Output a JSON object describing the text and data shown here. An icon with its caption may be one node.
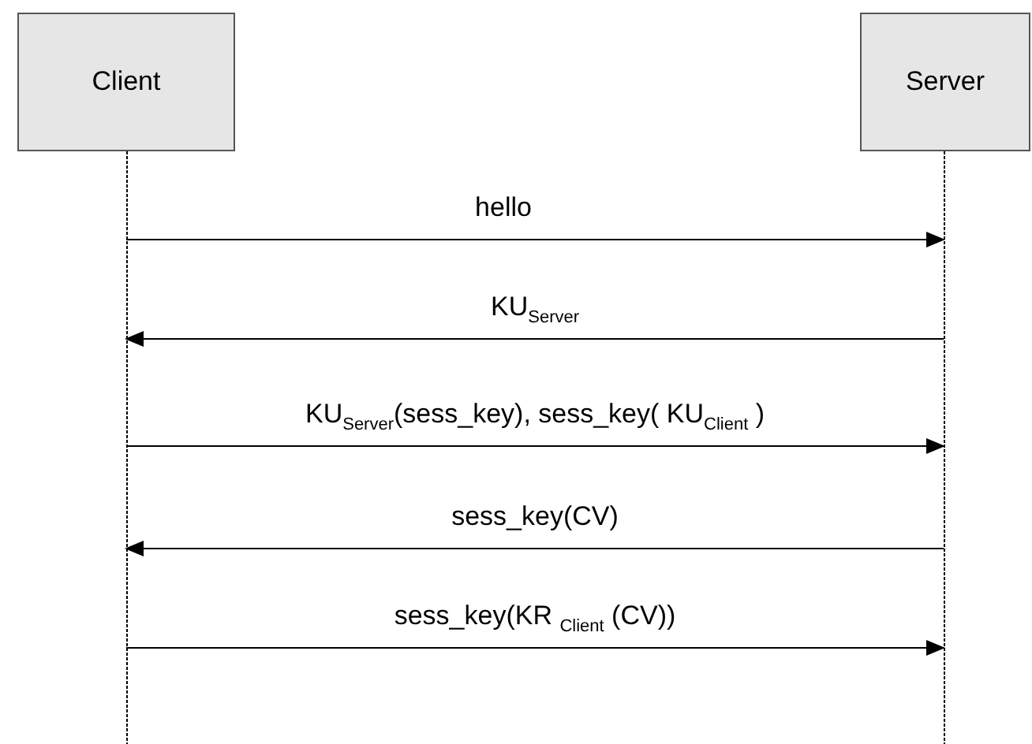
{
  "diagram": {
    "nodes": [
      {
        "text": [
          "Client"
        ]
      },
      {
        "text": [
          "Server"
        ]
      }
    ],
    "edges": [
      {
        "from": 0,
        "to": 1,
        "arrow": "to",
        "label": "hello"
      },
      {
        "from": 1,
        "to": 0,
        "arrow": "to",
        "label": "KU$_{Server}$"
      },
      {
        "from": 0,
        "to": 1,
        "arrow": "to",
        "label": "KU$_{Server}$(sess_key), sess_key( KU$_{Client}$ )"
      },
      {
        "from": 1,
        "to": 0,
        "arrow": "to",
        "label": "sess_key(CV)"
      },
      {
        "from": 0,
        "to": 1,
        "arrow": "to",
        "label": "sess_key(KR $_{Client}$ (CV))"
      }
    ]
  }
}
